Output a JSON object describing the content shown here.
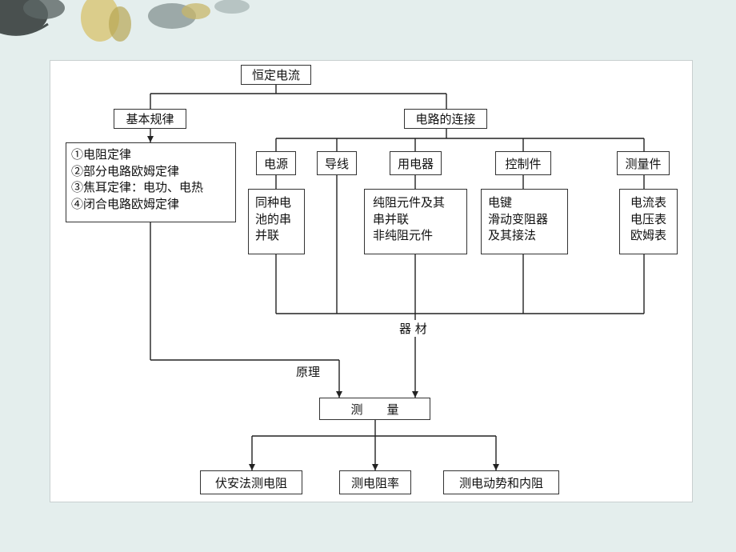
{
  "root": "恒定电流",
  "left_branch": {
    "title": "基本规律",
    "items": [
      "①电阻定律",
      "②部分电路欧姆定律",
      "③焦耳定律：电功、电热",
      "④闭合电路欧姆定律"
    ]
  },
  "right_branch": {
    "title": "电路的连接",
    "components": [
      {
        "title": "电源",
        "detail": [
          "同种电",
          "池的串",
          "并联"
        ]
      },
      {
        "title": "导线",
        "detail": []
      },
      {
        "title": "用电器",
        "detail": [
          "纯阻元件及其",
          "串并联",
          "非纯阻元件"
        ]
      },
      {
        "title": "控制件",
        "detail": [
          "电键",
          "滑动变阻器",
          "及其接法"
        ]
      },
      {
        "title": "测量件",
        "detail": [
          "电流表",
          "电压表",
          "欧姆表"
        ]
      }
    ]
  },
  "edge_labels": {
    "equipment": "器 材",
    "principle": "原理"
  },
  "measure": "测　　量",
  "methods": [
    "伏安法测电阻",
    "测电阻率",
    "测电动势和内阻"
  ],
  "colors": {
    "background": "#e4eeed",
    "canvas": "#ffffff",
    "line": "#222222"
  }
}
